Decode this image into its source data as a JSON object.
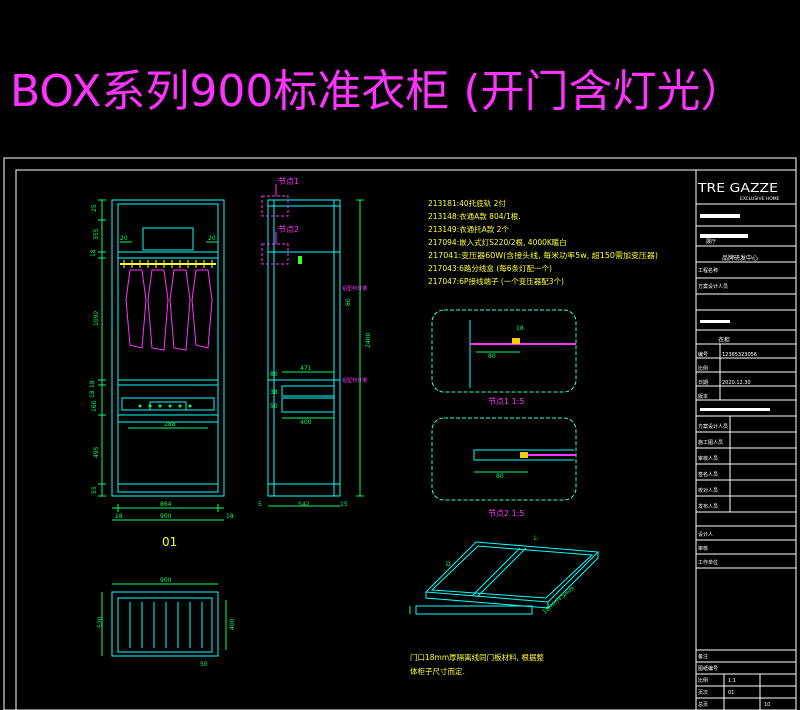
{
  "title": "BOX系列900标准衣柜 (开门含灯光）",
  "colors": {
    "background": "#000000",
    "title": "#ff33ff",
    "outline": "#00ffff",
    "frame": "#ffffff",
    "dimension": "#00ff66",
    "notes": "#ffff33",
    "notes_highlight": "#ff3333",
    "callout": "#ff33ff",
    "detail_box": "#33ffcc"
  },
  "front_view": {
    "label": "01",
    "dims": {
      "top": "25",
      "upper": "355",
      "gap": "18",
      "rail_side_l": "20",
      "rail_side_r": "20",
      "hanging": "1092",
      "m1": "18",
      "m2": "18",
      "m3": "160",
      "lower": "495",
      "base": "55",
      "inner_width": "864",
      "overall_width": "900",
      "side_l": "18",
      "side_r": "18",
      "drawer_width": "288"
    }
  },
  "side_view": {
    "node1": "节点1",
    "node2": "节点2",
    "dims": {
      "height": "2400",
      "d1": "80",
      "d2": "471",
      "d3": "80",
      "d4": "38",
      "d5": "50",
      "depth_inner": "400",
      "depth_total": "542",
      "d6": "15",
      "d7": "5"
    },
    "labels": [
      "铝型材灯槽",
      "铝型材灯槽"
    ]
  },
  "notes": [
    {
      "text": "213181:40托底轨 2付"
    },
    {
      "text": "213148:衣通A款 804/1根."
    },
    {
      "text": "213149:衣通托A款 2个"
    },
    {
      "text": "217094:嵌入式灯S220/2根,  4000K暖白"
    },
    {
      "text": "217041:变压器60W(含接头线, 每米功率5w, 超150需加变压器)"
    },
    {
      "text": "217043:6路分线盒 (每6条灯配一个)"
    },
    {
      "text": "217047:6P接线端子 (一个变压器配3个)"
    }
  ],
  "detail1": {
    "label": "节点1 1:5",
    "dim": "80",
    "ann": "18"
  },
  "detail2": {
    "label": "节点2 1:5",
    "dim": "80"
  },
  "plan_view": {
    "width": "900",
    "depth": "520",
    "inner": "400",
    "bottom": "50"
  },
  "frame_iso": {
    "w": "L",
    "d": "D",
    "side": "18mm+5mm"
  },
  "footnote": [
    "门口18mm厚隔离线同门板材料, 根据整",
    "体柜子尺寸而定."
  ],
  "title_block": {
    "logo": "TRE GAZZE",
    "logo_sub": "EXCLUSIVE HOME",
    "center": "品牌研发中心",
    "fields": [
      {
        "k": "工程名称",
        "v": ""
      },
      {
        "k": "项目",
        "v": "展厅"
      },
      {
        "k": "方案设计人员",
        "v": ""
      },
      {
        "k": "",
        "v": ""
      },
      {
        "k": "图号",
        "v": "衣柜"
      },
      {
        "k": "编号",
        "v": "12365323056"
      },
      {
        "k": "比例",
        "v": ""
      },
      {
        "k": "日期",
        "v": "2020.12.30"
      },
      {
        "k": "版本",
        "v": ""
      }
    ],
    "rows": [
      "方案设计人员",
      "施工图人员",
      "审核人员",
      "签名人员",
      "校对人员",
      "发布人员"
    ],
    "bottom": [
      {
        "k": "设计人",
        "v": ""
      },
      {
        "k": "审核",
        "v": ""
      },
      {
        "k": "工作单位",
        "v": ""
      },
      {
        "k": "备注",
        "v": ""
      },
      {
        "k": "图纸编号",
        "v": ""
      },
      {
        "k": "比例",
        "v": "1:1"
      },
      {
        "k": "页次",
        "v": "01"
      },
      {
        "k": "总页",
        "v": "10"
      }
    ]
  }
}
